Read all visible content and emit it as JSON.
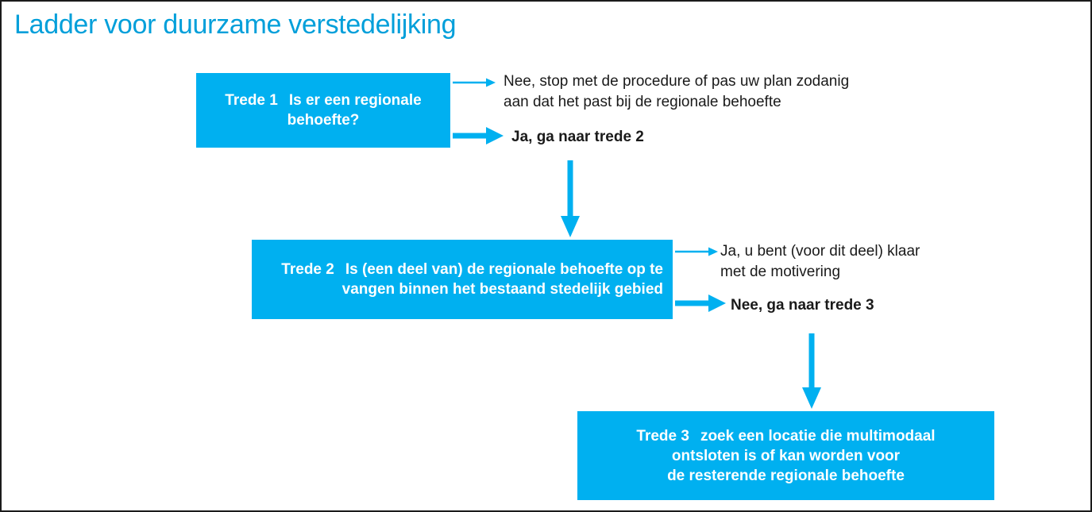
{
  "title": "Ladder voor duurzame verstedelijking",
  "colors": {
    "accent": "#00b0f0",
    "title": "#009fda",
    "text": "#1a1a1a"
  },
  "trede1": {
    "label": "Trede 1",
    "question": [
      "Is er een regionale",
      "behoefte?"
    ],
    "no_answer": [
      "Nee, stop met de procedure of pas uw plan zodanig",
      "aan dat het past bij de regionale behoefte"
    ],
    "yes_answer": "Ja, ga naar trede 2"
  },
  "trede2": {
    "label": "Trede 2",
    "question": [
      "Is (een deel van) de regionale behoefte op te",
      "vangen binnen het bestaand stedelijk gebied"
    ],
    "yes_answer": [
      "Ja, u bent (voor dit deel) klaar",
      "met de motivering"
    ],
    "no_answer": "Nee, ga naar trede 3"
  },
  "trede3": {
    "label": "Trede 3",
    "question": [
      "zoek een locatie die multimodaal",
      "ontsloten is of kan worden voor",
      "de resterende regionale behoefte"
    ]
  }
}
